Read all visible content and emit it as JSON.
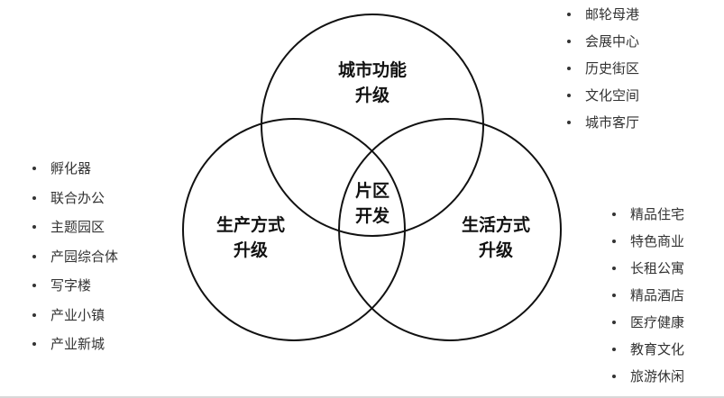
{
  "circles": [
    {
      "title_line1": "城市功能",
      "title_line2": "升级"
    },
    {
      "title_line1": "生产方式",
      "title_line2": "升级"
    },
    {
      "title_line1": "生活方式",
      "title_line2": "升级"
    }
  ],
  "center": {
    "line1": "片区",
    "line2": "开发"
  },
  "lists": {
    "top_right": [
      "邮轮母港",
      "会展中心",
      "历史街区",
      "文化空间",
      "城市客厅"
    ],
    "left": [
      "孵化器",
      "联合办公",
      "主题园区",
      "产园综合体",
      "写字楼",
      "产业小镇",
      "产业新城"
    ],
    "bottom_right": [
      "精品住宅",
      "特色商业",
      "长租公寓",
      "精品酒店",
      "医疗健康",
      "教育文化",
      "旅游休闲"
    ]
  },
  "colors": {
    "stroke": "#111111",
    "text": "#333333"
  }
}
